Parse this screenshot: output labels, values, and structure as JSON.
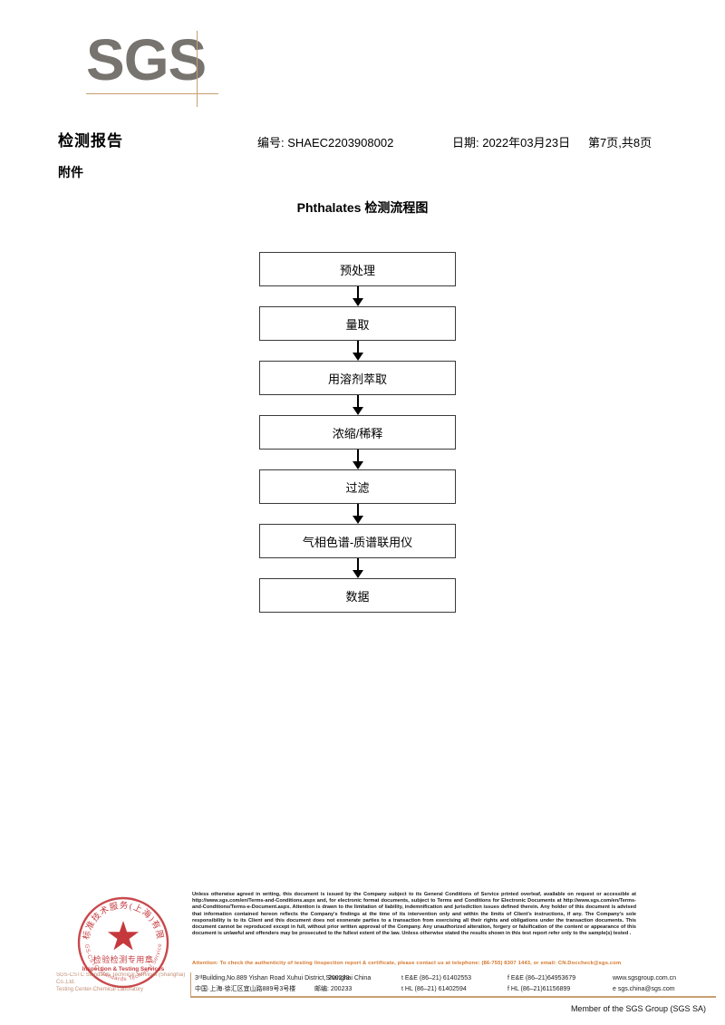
{
  "logo": {
    "text": "SGS"
  },
  "header": {
    "doc_title": "检测报告",
    "attachment_label": "附件",
    "report_no": "编号: SHAEC2203908002",
    "date": "日期: 2022年03月23日",
    "page": "第7页,共8页"
  },
  "flowchart": {
    "title": "Phthalates 检测流程图",
    "steps": [
      {
        "label": "预处理"
      },
      {
        "label": "量取"
      },
      {
        "label": "用溶剂萃取"
      },
      {
        "label": "浓缩/稀释"
      },
      {
        "label": "过滤"
      },
      {
        "label": "气相色谱-质谱联用仪"
      },
      {
        "label": "数据"
      }
    ]
  },
  "stamp": {
    "arc_top": "通标标准技术服务(上海)有限公司",
    "arc_bottom": "SGS-CSTC",
    "center_cn": "检验检测专用章",
    "center_en": "Inspection & Testing Services"
  },
  "watermark": {
    "line1": "SGS-CSTC Standards Technical Services (Shanghai) Co.,Ltd.",
    "line2": "Testing Center-Chemical Laboratory"
  },
  "footer": {
    "legal": "Unless otherwise agreed in writing, this document is issued by the Company subject to its General Conditions of Service printed overleaf, available on request or accessible at http://www.sgs.com/en/Terms-and-Conditions.aspx and, for electronic format documents, subject to Terms and Conditions for Electronic Documents at http://www.sgs.com/en/Terms-and-Conditions/Terms-e-Document.aspx. Attention is drawn to the limitation of liability, indemnification and jurisdiction issues defined therein. Any holder of this document is advised that information contained hereon reflects the Company's findings at the time of its intervention only and within the limits of Client's instructions, if any. The Company's sole responsibility is to its Client and this document does not exonerate parties to a transaction from exercising all their rights and obligations under the transaction documents. This document cannot be reproduced except in full, without prior written approval of the Company. Any unauthorized alteration, forgery or falsification of the content or appearance of this document is unlawful and offenders may be prosecuted to the fullest extent of the law. Unless otherwise stated the results shown in this test report refer only to the sample(s) tested .",
    "attention": "Attention: To check the authenticity of testing /inspection report & certificate, please contact us at telephone: (86-755) 8307 1443, or email: CN.Doccheck@sgs.com",
    "address_en": "3ʳᵈBuilding,No.889 Yishan Road Xuhui District,Shanghai China",
    "address_cn": "中国·上海·徐汇区宜山路889号3号楼",
    "zip_en": "200233",
    "zip_cn": "邮编: 200233",
    "tel_en": "t E&E (86–21) 61402553",
    "tel_cn": "t HL (86–21) 61402594",
    "fax_en": "f E&E (86–21)64953679",
    "fax_cn": "f HL (86–21)61156899",
    "web_en": "www.sgsgroup.com.cn",
    "web_cn": "e sgs.china@sgs.com",
    "member": "Member of the SGS Group (SGS SA)"
  },
  "colors": {
    "logo_gray": "#77736f",
    "logo_tan": "#c79f72",
    "attention_orange": "#d4762b",
    "stamp_red": "#c0282d"
  }
}
